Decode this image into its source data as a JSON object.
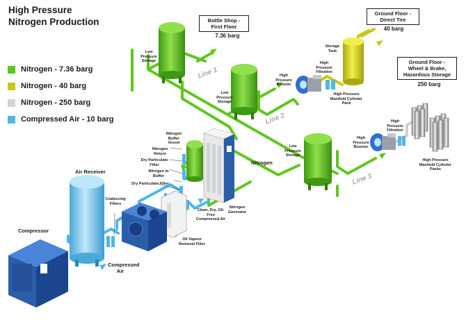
{
  "title": {
    "line1": "High Pressure",
    "line2": "Nitrogen Production"
  },
  "legend": [
    {
      "label": "Nitrogen - 7.36 barg",
      "color": "#5ec71f"
    },
    {
      "label": "Nitrogen - 40 barg",
      "color": "#c9c81a"
    },
    {
      "label": "Nitrogen - 250 barg",
      "color": "#d3d3d3"
    },
    {
      "label": "Compressed Air - 10 barg",
      "color": "#4fb6e8"
    }
  ],
  "destinations": {
    "bottle_shop": {
      "line1": "Bottle Shop -",
      "line2": "First Floor",
      "pressure": "7.36 barg"
    },
    "ground_floor_tire": {
      "line1": "Ground Floor -",
      "line2": "Direct Tire",
      "pressure": "40 barg"
    },
    "ground_floor_wheel": {
      "line1": "Ground Floor -",
      "line2": "Wheel & Brake,",
      "line3": "Hazardous Storage",
      "pressure": "250 barg"
    }
  },
  "lines": {
    "line1": "Line 1",
    "line2": "Line 2",
    "line3": "Line 3"
  },
  "labels": {
    "low_pressure_storage": "Low Pressure Storage",
    "storage_tank": "Storage Tank",
    "high_pressure_filtration": "High Pressure Filtration",
    "high_pressure_booster": "High Pressure Booster",
    "hp_manifold": "High Pressure Manifold Cylinder Pack",
    "hp_manifold_packs": "High Pressure Manifold Cylinder Packs",
    "nitrogen_buffer_vessel": "Nitrogen Buffer Vessel",
    "nitrogen_return": "Nitrogen Return",
    "dry_particulate_filter": "Dry Particulate Filter",
    "nitrogen_to_buffer": "Nitrogen to Buffer",
    "dry_particulate_filter2": "Dry Particulate Filter",
    "coalescing_filters": "Coalescing Filters",
    "air_receiver": "Air Receiver",
    "compressor": "Compressor",
    "compressed_air": "Compressed Air",
    "oil_vapour": "Oil Vapour Removal Filter",
    "clean_air": "Clean, Dry, Oil-Free Compressed Air",
    "nitrogen": "Nitrogen",
    "nitrogen_generator": "Nitrogen Generator"
  }
}
